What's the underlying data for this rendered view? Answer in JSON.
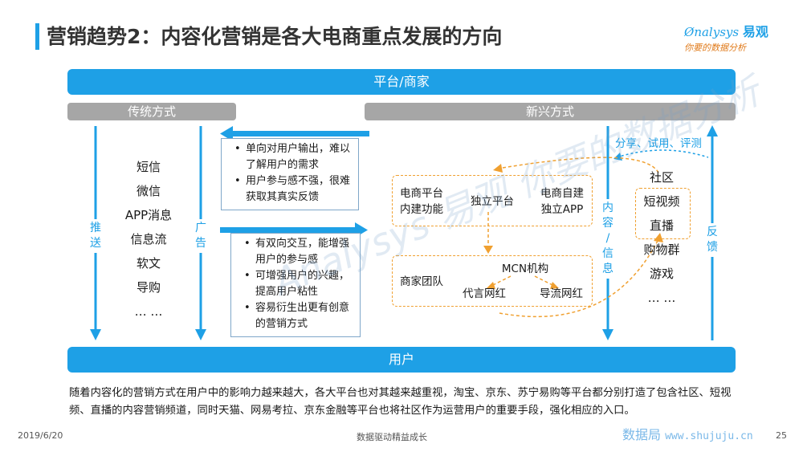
{
  "header": {
    "title": "营销趋势2：内容化营销是各大电商重点发展的方向",
    "logo_text": "nalysys",
    "logo_brand": "易观",
    "logo_slogan": "你要的数据分析"
  },
  "diagram": {
    "top_bar": "平台/商家",
    "bottom_bar": "用户",
    "traditional": {
      "header": "传统方式",
      "channels": [
        "短信",
        "微信",
        "APP消息",
        "信息流",
        "软文",
        "导购",
        "… …"
      ],
      "left_arrow_label": "推\n送",
      "right_arrow_label": "广\n告"
    },
    "traditional_points": [
      "单向对用户输出，难以了解用户的需求",
      "用户参与感不强，很难获取其真实反馈"
    ],
    "emerging_points": [
      "有双向交互，能增强用户的参与感",
      "可增强用户的兴趣，提高用户粘性",
      "容易衍生出更有创意的营销方式"
    ],
    "emerging": {
      "header": "新兴方式",
      "platform_nodes": [
        "电商平台\n内建功能",
        "独立平台",
        "电商自建\n独立APP"
      ],
      "merchant_nodes": {
        "team": "商家团队",
        "mcn": "MCN机构",
        "agent_kol": "代言网红",
        "traffic_kol": "导流网红"
      },
      "content_label": "内\n容\n/\n信\n息",
      "share_label": "分享、试用、评测",
      "channels": [
        "社区",
        "短视频",
        "直播",
        "购物群",
        "游戏",
        "… …"
      ],
      "feedback_label": "反\n馈"
    },
    "watermark_text": "Analysys 易观 你要的数据分析"
  },
  "caption": "随着内容化的营销方式在用户中的影响力越来越大，各大平台也对其越来越重视，淘宝、京东、苏宁易购等平台都分别打造了包含社区、短视频、直播的内容营销频道，同时天猫、网易考拉、京东金融等平台也将社区作为运营用户的重要手段，强化相应的入口。",
  "footer": {
    "date": "2019/6/20",
    "center": "数据驱动精益成长",
    "source_cn": "数据局",
    "source_url": "www.shujuju.cn",
    "page": "25"
  },
  "colors": {
    "accent": "#1ea0e6",
    "gray_bar": "#a6a6a6",
    "orange": "#f0a030"
  }
}
